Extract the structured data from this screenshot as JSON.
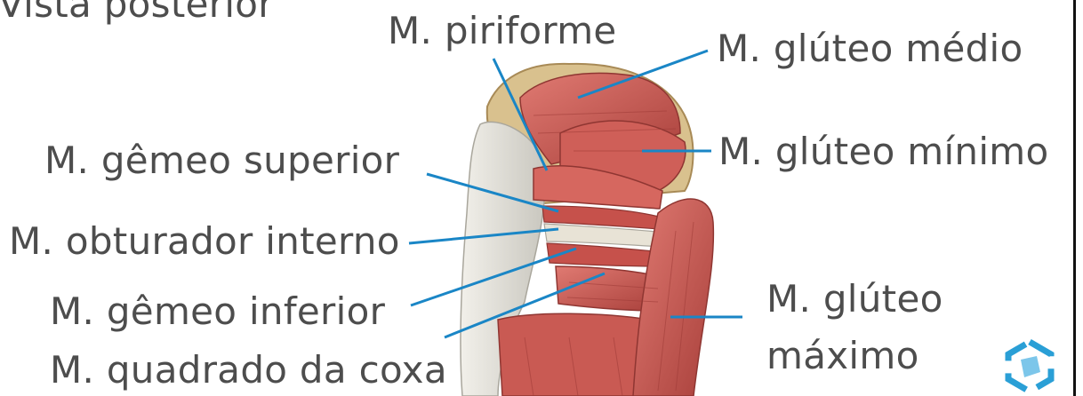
{
  "title": "Vista posterior",
  "labels": {
    "piriforme": "M. piriforme",
    "gluteo_medio": "M. glúteo médio",
    "gluteo_minimo": "M. glúteo mínimo",
    "gemeo_superior": "M. gêmeo superior",
    "obturador_interno": "M. obturador interno",
    "gemeo_inferior": "M. gêmeo inferior",
    "quadrado_coxa": "M. quadrado da coxa",
    "gluteo_maximo_line1": "M. glúteo",
    "gluteo_maximo_line2": "máximo"
  },
  "colors": {
    "leader_line": "#1a86c6",
    "text": "#4d4d4d",
    "muscle": "#c9544f",
    "muscle_dark": "#9e3b37",
    "tendon": "#e4e2dc",
    "logo": "#2a9fd6"
  },
  "icons": [
    "hexagonal-swirl-logo-icon"
  ]
}
